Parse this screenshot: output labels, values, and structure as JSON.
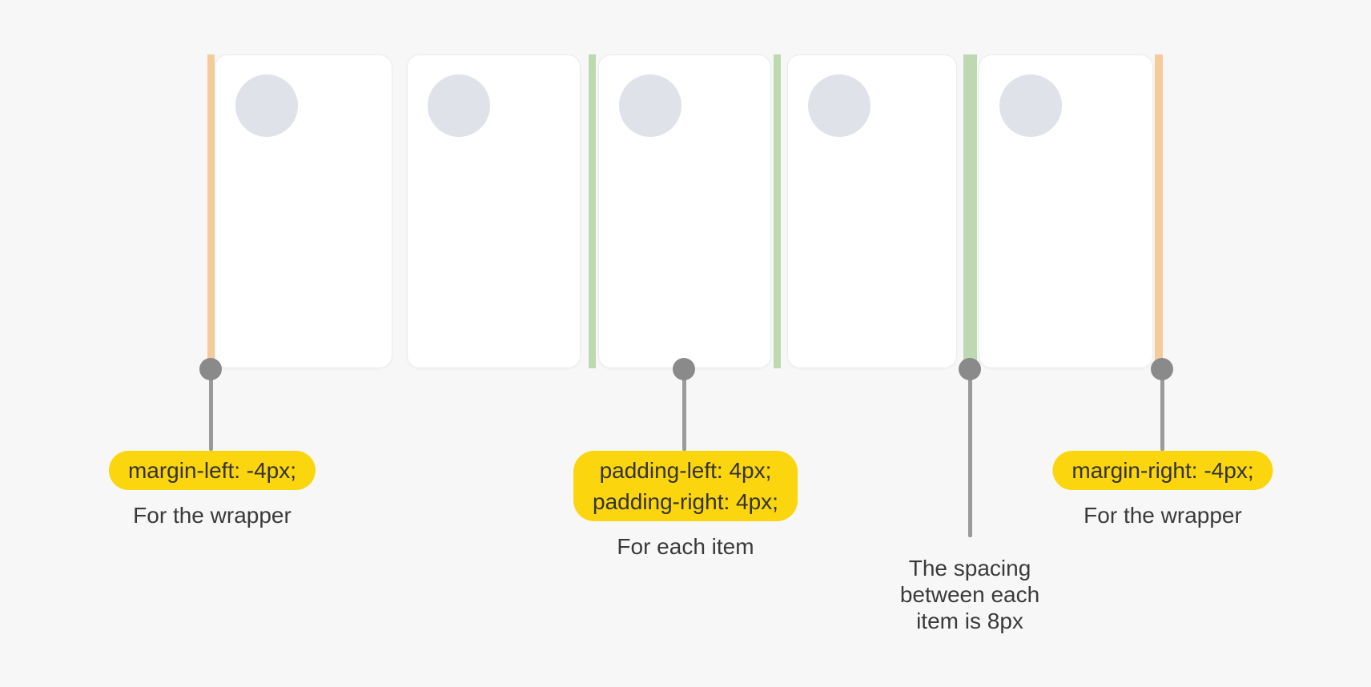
{
  "colors": {
    "background": "#F7F7F8",
    "card_background": "#FFFFFF",
    "card_border": "#ECECEC",
    "avatar_circle": "#E0E2E9",
    "margin_bar": "#F5CB9C",
    "padding_bar": "#BCD9B2",
    "connector_dot": "#8A8A8A",
    "connector_line": "#9A9A9A",
    "label_background": "#FBD50D",
    "label_text": "#333333",
    "caption_text": "#3A3A3A"
  },
  "cards": {
    "count": 5
  },
  "annotations": {
    "margin_left": {
      "code": "margin-left: -4px;",
      "caption": "For the wrapper"
    },
    "padding": {
      "code_line1": "padding-left: 4px;",
      "code_line2": "padding-right: 4px;",
      "caption": "For each item"
    },
    "spacing": {
      "caption_line1": "The spacing",
      "caption_line2": "between each",
      "caption_line3": "item is 8px"
    },
    "margin_right": {
      "code": "margin-right: -4px;",
      "caption": "For the wrapper"
    }
  }
}
